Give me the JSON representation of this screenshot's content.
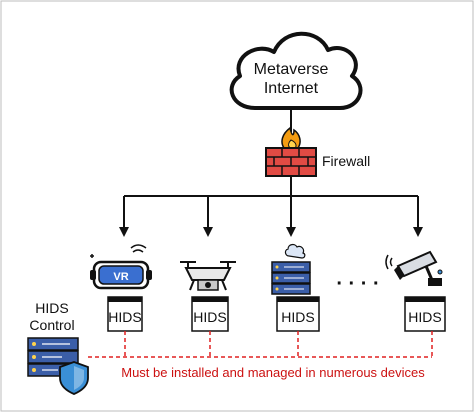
{
  "cloud": {
    "line1": "Metaverse",
    "line2": "Internet"
  },
  "firewall": {
    "label": "Firewall"
  },
  "devices": [
    {
      "icon": "vr-headset-icon",
      "hids": "HIDS",
      "vr_text": "VR"
    },
    {
      "icon": "drone-icon",
      "hids": "HIDS"
    },
    {
      "icon": "server-cloud-icon",
      "hids": "HIDS"
    },
    {
      "icon": "security-camera-icon",
      "hids": "HIDS"
    }
  ],
  "ellipsis": "· · · ·",
  "hids_control": {
    "line1": "HIDS",
    "line2": "Control",
    "icon": "server-shield-icon"
  },
  "note": "Must be installed and managed in numerous devices",
  "colors": {
    "note_red": "#cc1111",
    "dashed_red": "#e02020",
    "firewall_brick": "#e14b44",
    "flame": "#f39c12",
    "server_blue": "#3b5ea8",
    "shield_blue": "#3a8fd6"
  }
}
